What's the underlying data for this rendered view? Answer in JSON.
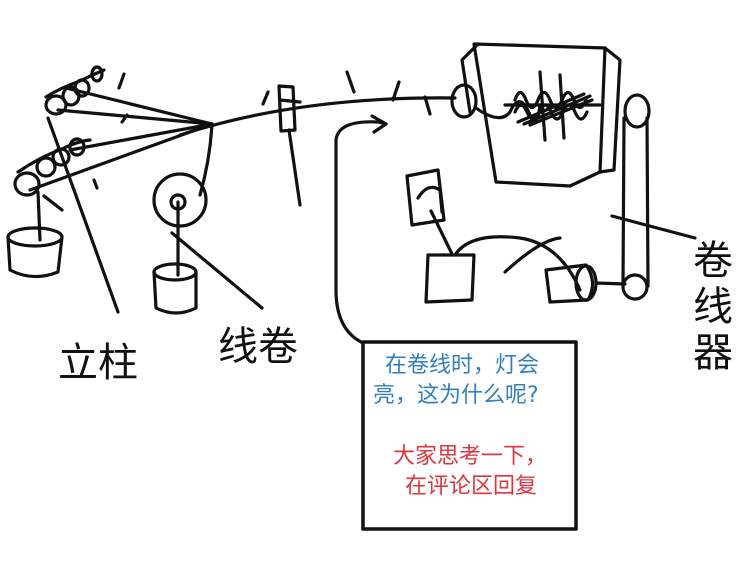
{
  "labels": {
    "pillar": "立柱",
    "spool": "线卷",
    "winder": [
      "卷",
      "线",
      "器"
    ]
  },
  "note": {
    "question_line1": "在卷线时，灯会",
    "question_line2": "亮，这为什么呢?",
    "reply_line1": "大家思考一下，",
    "reply_line2": "在评论区回复"
  },
  "colors": {
    "ink": "#111111",
    "question": "#2f7fc1",
    "reply": "#e0343f"
  }
}
